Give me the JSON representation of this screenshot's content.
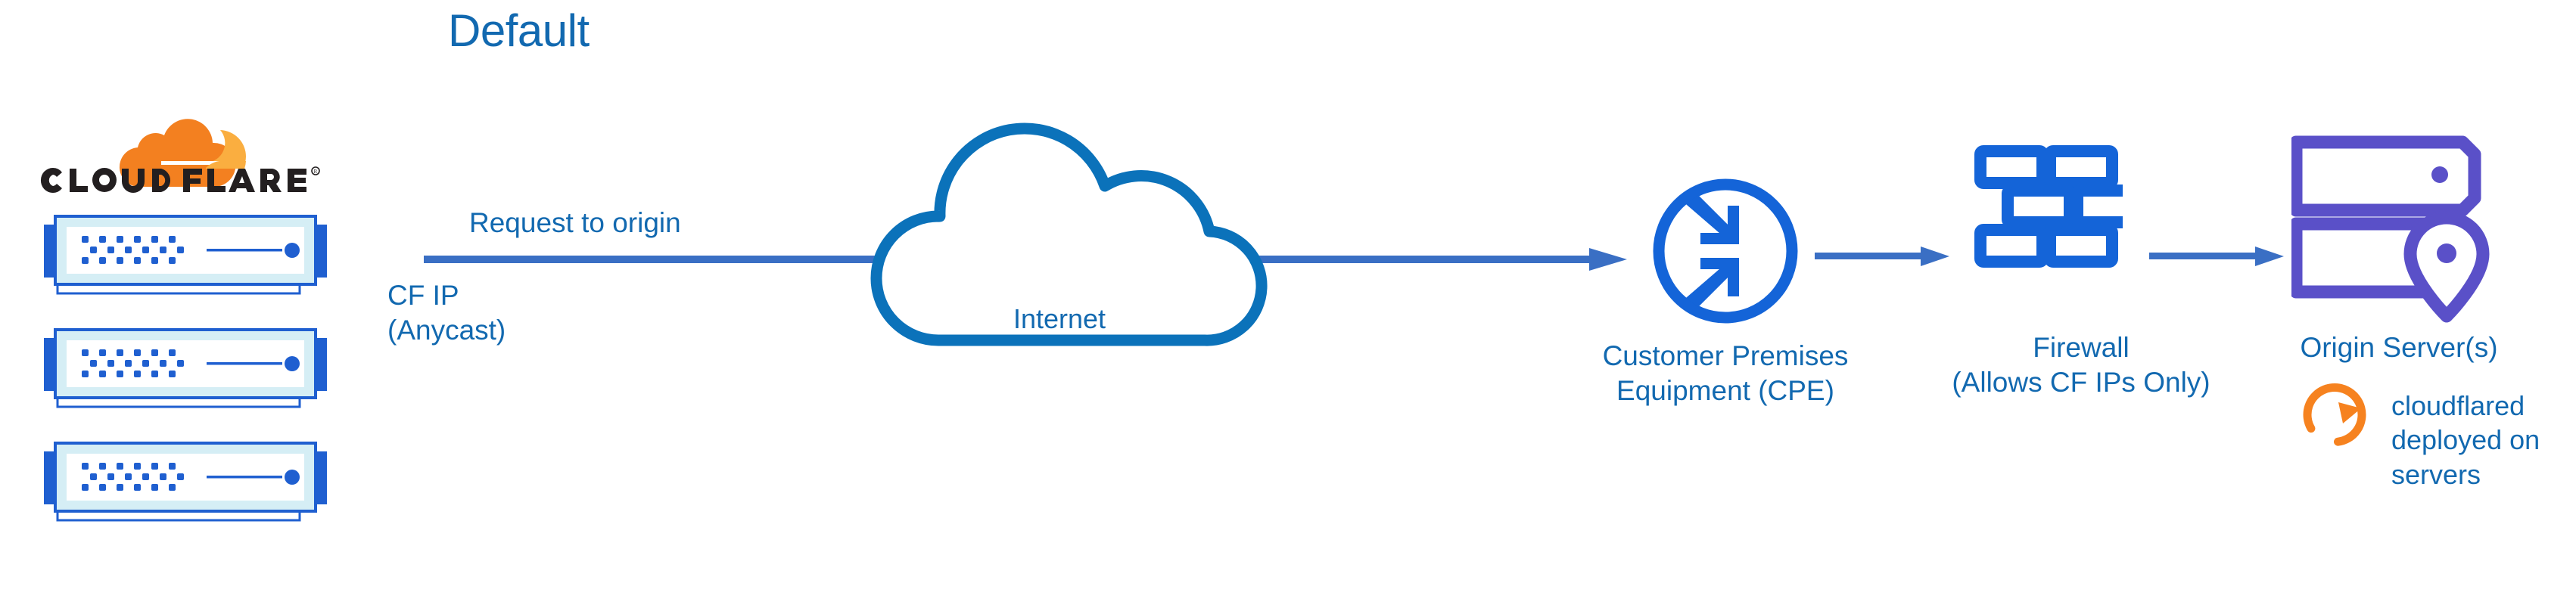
{
  "title": "Default",
  "colors": {
    "title_blue": "#1269b0",
    "label_blue": "#1269b0",
    "arrow_blue": "#3a6fc4",
    "cloud_outline_blue": "#0b72ba",
    "icon_blue": "#1464d8",
    "origin_purple": "#5a50c8",
    "cloudflare_orange_dark": "#f38020",
    "cloudflare_orange_light": "#faae40",
    "cloudflared_orange": "#f6821f",
    "server_frame_blue": "#1f5fd0",
    "server_panel_cyan": "#d5eef5"
  },
  "brand": {
    "logo_name": "cloudflare-logo",
    "wordmark": "CLOUDFLARE",
    "registered_mark": "®"
  },
  "edge_servers": {
    "name": "cloudflare-edge-servers",
    "count": 3,
    "items": [
      {
        "label": "cloudflare-edge-server-1"
      },
      {
        "label": "cloudflare-edge-server-2"
      },
      {
        "label": "cloudflare-edge-server-3"
      }
    ]
  },
  "flow": {
    "request_label": "Request to origin",
    "cf_ip_label": "CF IP\n(Anycast)",
    "arrows": [
      {
        "name": "arrow-edge-to-cpe"
      },
      {
        "name": "arrow-cpe-to-firewall"
      },
      {
        "name": "arrow-firewall-to-origin"
      }
    ]
  },
  "nodes": {
    "internet": {
      "icon": "cloud-icon",
      "label": "Internet"
    },
    "cpe": {
      "icon": "router-icon",
      "label": "Customer Premises\nEquipment (CPE)"
    },
    "firewall": {
      "icon": "brick-wall-icon",
      "label": "Firewall\n(Allows CF IPs Only)"
    },
    "origin": {
      "icon": "server-location-pin-icon",
      "label": "Origin Server(s)"
    }
  },
  "annotation": {
    "icon": "circular-arrow-sync-icon",
    "text": "cloudflared deployed on servers"
  }
}
